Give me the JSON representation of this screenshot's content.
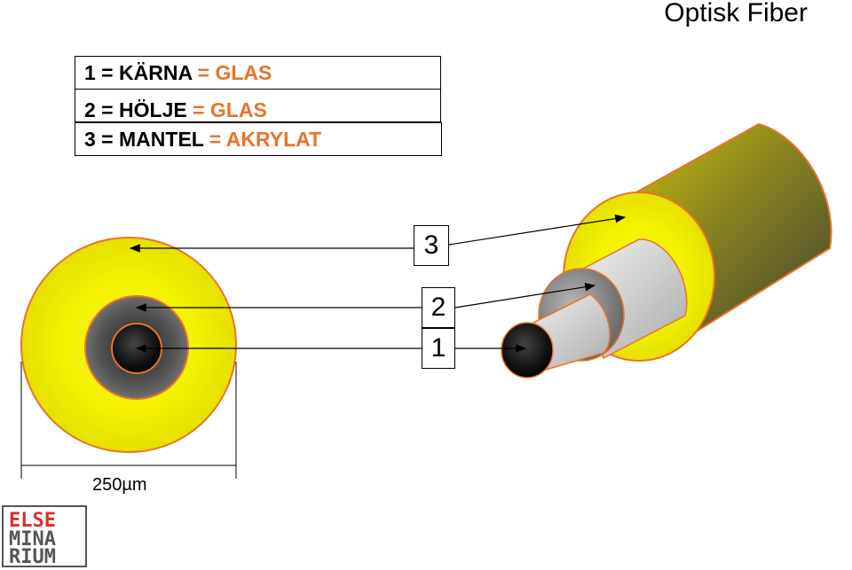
{
  "title": "Optisk Fiber",
  "legend": [
    {
      "num": "1 = ",
      "part": "KÄRNA",
      "eq": " = ",
      "material": "GLAS"
    },
    {
      "num": "2 = ",
      "part": "HÖLJE",
      "eq": " = ",
      "material": "GLAS"
    },
    {
      "num": "3 = ",
      "part": "MANTEL",
      "eq": " = ",
      "material": "AKRYLAT"
    }
  ],
  "labels": {
    "three": "3",
    "two": "2",
    "one": "1"
  },
  "dimension": "250µm",
  "logo_text": {
    "line1": "ELSE",
    "line2": "MINA",
    "line3": "RIUM"
  },
  "colors": {
    "mantel": "#f5f200",
    "cladding": "#4a4a4a",
    "core": "#0d0d0d",
    "accent": "#e8742a",
    "logo_red": "#d8302a"
  }
}
